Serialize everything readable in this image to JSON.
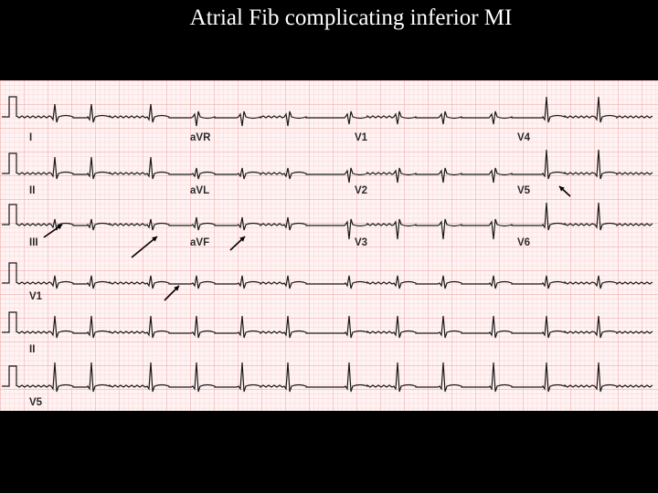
{
  "slide": {
    "title": "Atrial Fib complicating  inferior MI"
  },
  "ecg": {
    "grid_minor_color": "#f6c9c9",
    "grid_major_color": "#ec9d9d",
    "paper_color": "#fff3f3",
    "trace_color": "#1a1a1a",
    "leads": [
      "I",
      "aVR",
      "V1",
      "V4",
      "II",
      "aVL",
      "V2",
      "V5",
      "III",
      "aVF",
      "V3",
      "V6",
      "V1",
      "II",
      "V5"
    ]
  }
}
